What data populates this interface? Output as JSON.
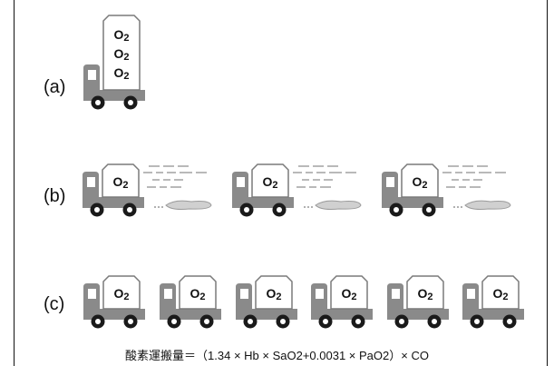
{
  "panels": {
    "a": {
      "label": "(a)"
    },
    "b": {
      "label": "(b)"
    },
    "c": {
      "label": "(c)"
    }
  },
  "cargo": {
    "o2_text": "O2"
  },
  "colors": {
    "truck": "#8a8a8a",
    "cargo_fill": "#ffffff",
    "cargo_stroke": "#7a7a7a",
    "wheel": "#1a1a1a",
    "puddle": "#d0d0d0",
    "frame": "#111111"
  },
  "icons": [
    "truck-icon",
    "cargo-box-icon",
    "speed-lines-icon",
    "leak-puddle-icon"
  ],
  "formula": {
    "text": "酸素運搬量＝（1.34 × Hb × SaO2+0.0031 × PaO2）× CO"
  }
}
